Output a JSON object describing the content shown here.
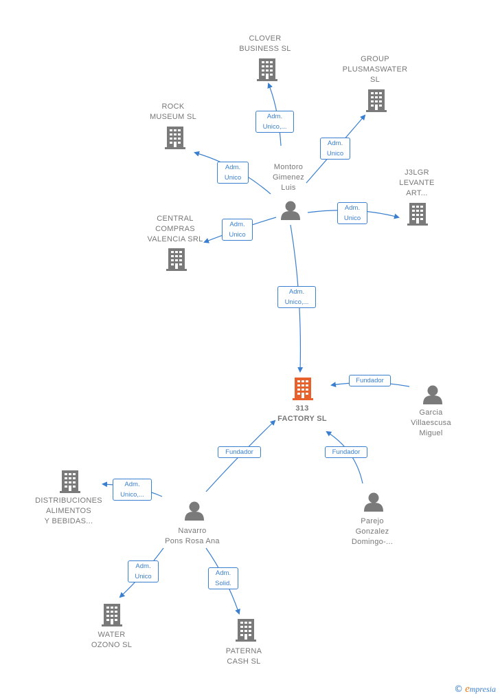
{
  "colors": {
    "company": "#7a7a7a",
    "company_main": "#e8612c",
    "person": "#7a7a7a",
    "edge": "#3a7fcf"
  },
  "nodes": {
    "clover": {
      "label": "CLOVER\nBUSINESS  SL",
      "icon": "building-icon"
    },
    "group": {
      "label": "GROUP\nPLUSMASWATER\nSL",
      "icon": "building-icon"
    },
    "rock": {
      "label": "ROCK\nMUSEUM  SL",
      "icon": "building-icon"
    },
    "j3lgr": {
      "label": "J3LGR\nLEVANTE\nART...",
      "icon": "building-icon"
    },
    "central": {
      "label": "CENTRAL\nCOMPRAS\nVALENCIA SRL",
      "icon": "building-icon"
    },
    "montoro": {
      "label": "Montoro\nGimenez\nLuis",
      "icon": "person-icon"
    },
    "factory": {
      "label": "313\nFACTORY  SL",
      "icon": "building-icon"
    },
    "garcia": {
      "label": "Garcia\nVillaescusa\nMiguel",
      "icon": "person-icon"
    },
    "distrib": {
      "label": "DISTRIBUCIONES\nALIMENTOS\nY BEBIDAS...",
      "icon": "building-icon"
    },
    "navarro": {
      "label": "Navarro\nPons Rosa Ana",
      "icon": "person-icon"
    },
    "parejo": {
      "label": "Parejo\nGonzalez\nDomingo-...",
      "icon": "person-icon"
    },
    "water": {
      "label": "WATER\nOZONO  SL",
      "icon": "building-icon"
    },
    "paterna": {
      "label": "PATERNA\nCASH  SL",
      "icon": "building-icon"
    }
  },
  "edges": {
    "clover": "Adm.\nUnico,...",
    "group": "Adm.\nUnico",
    "rock": "Adm.\nUnico",
    "j3lgr": "Adm.\nUnico",
    "central": "Adm.\nUnico",
    "factory_montoro": "Adm.\nUnico,...",
    "garcia": "Fundador",
    "navarro_factory": "Fundador",
    "parejo": "Fundador",
    "distrib": "Adm.\nUnico,...",
    "water": "Adm.\nUnico",
    "paterna": "Adm.\nSolid."
  },
  "brand": {
    "copyright": "©",
    "e": "e",
    "rest": "mpresia"
  }
}
